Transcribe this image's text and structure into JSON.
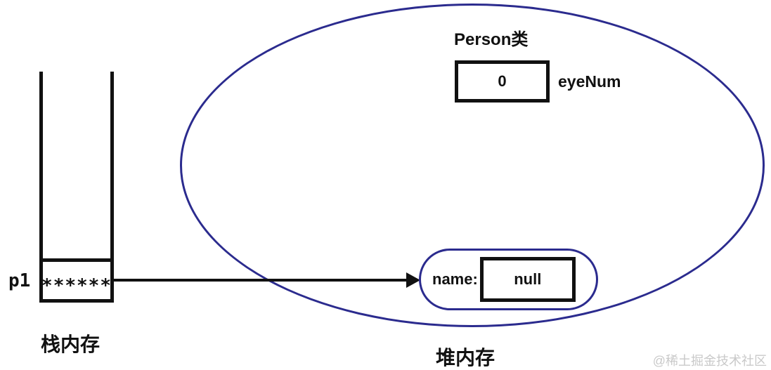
{
  "stack": {
    "pointer_label": "p1",
    "pointer_value": "******",
    "caption": "栈内存"
  },
  "heap": {
    "caption": "堆内存",
    "class_title": "Person类",
    "fields": {
      "eyeNum": {
        "value": "0",
        "label": "eyeNum"
      },
      "name": {
        "label": "name:",
        "value": "null"
      }
    }
  },
  "watermark": "@稀土掘金技术社区",
  "colors": {
    "outline": "#2b2b8e",
    "ink": "#111111",
    "watermark": "#c9c9c9",
    "background": "#ffffff"
  }
}
